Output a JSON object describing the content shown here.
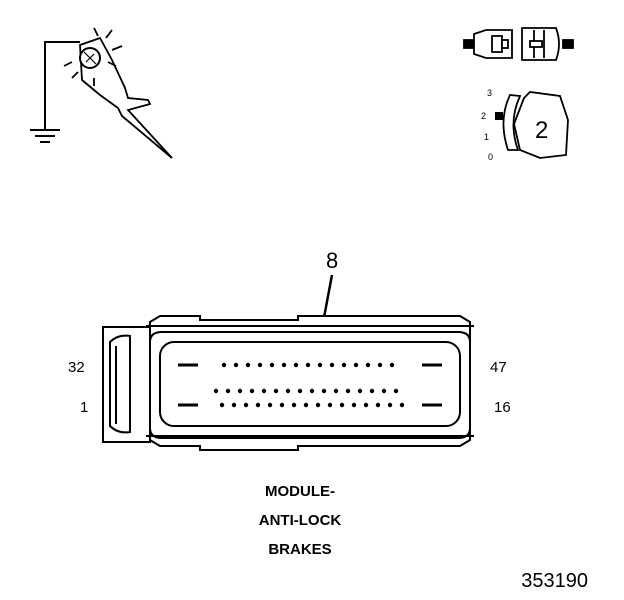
{
  "icons": {
    "probe": "test-probe-ground-icon",
    "connector_pair": "connector-disconnect-icon",
    "ignition": "ignition-switch-icon"
  },
  "ignition": {
    "positions": [
      "3",
      "2",
      "1",
      "0"
    ],
    "key_label": "2"
  },
  "callout": {
    "pin": "8"
  },
  "connector": {
    "pin_top_left": "32",
    "pin_bottom_left": "1",
    "pin_top_right": "47",
    "pin_bottom_right": "16",
    "top_row_pins": 15,
    "middle_row_pins": 16,
    "bottom_row_pins": 16
  },
  "caption": {
    "line1": "MODULE-",
    "line2": "ANTI-LOCK",
    "line3": "BRAKES"
  },
  "figure_id": "353190",
  "colors": {
    "ink": "#000000",
    "paper": "#ffffff"
  }
}
